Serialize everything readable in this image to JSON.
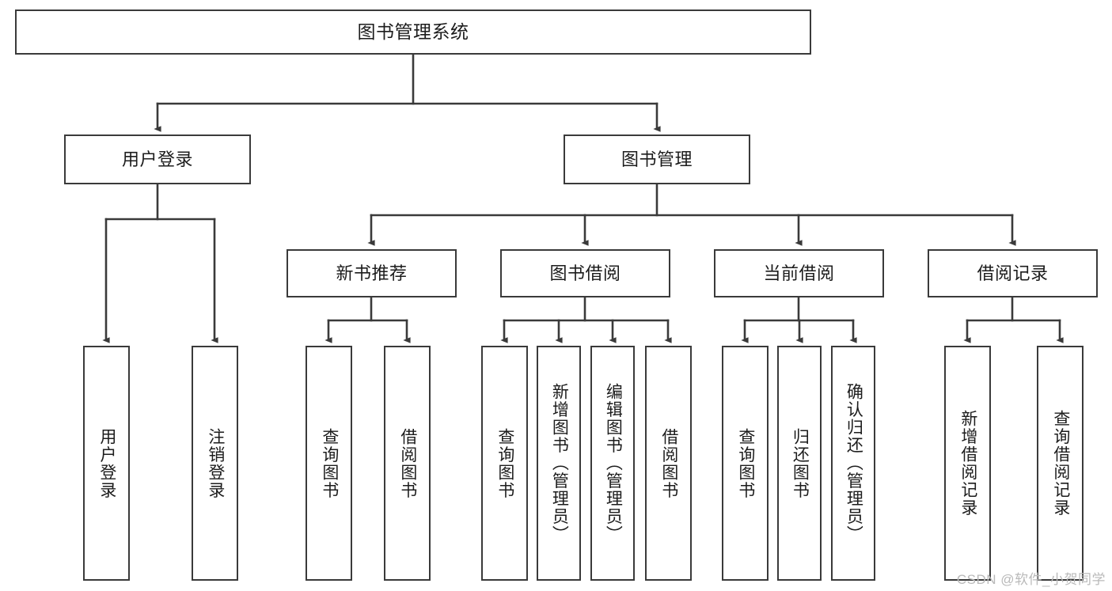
{
  "diagram": {
    "title": "图书管理系统",
    "type": "tree-hierarchy",
    "watermark": "CSDN @软件_小贺同学",
    "colors": {
      "background": "#ffffff",
      "box_border": "#3a3a3a",
      "box_fill": "#ffffff",
      "edge": "#3a3a3a",
      "text": "#1c1c1c",
      "watermark": "#b9b9b9"
    },
    "nodes": {
      "root": {
        "label": "图书管理系统"
      },
      "level2": [
        {
          "label": "用户登录"
        },
        {
          "label": "图书管理"
        }
      ],
      "level3": [
        {
          "label": "新书推荐"
        },
        {
          "label": "图书借阅"
        },
        {
          "label": "当前借阅"
        },
        {
          "label": "借阅记录"
        }
      ],
      "leaves": {
        "user_login": [
          {
            "label": "用户登录"
          },
          {
            "label": "注销登录"
          }
        ],
        "new_book_recommend": [
          {
            "label": "查询图书"
          },
          {
            "label": "借阅图书"
          }
        ],
        "book_borrow": [
          {
            "label": "查询图书"
          },
          {
            "label": "新增图书（管理员）"
          },
          {
            "label": "编辑图书（管理员）"
          },
          {
            "label": "借阅图书"
          }
        ],
        "current_borrow": [
          {
            "label": "查询图书"
          },
          {
            "label": "归还图书"
          },
          {
            "label": "确认归还（管理员）"
          }
        ],
        "borrow_record": [
          {
            "label": "新增借阅记录"
          },
          {
            "label": "查询借阅记录"
          }
        ]
      }
    }
  }
}
